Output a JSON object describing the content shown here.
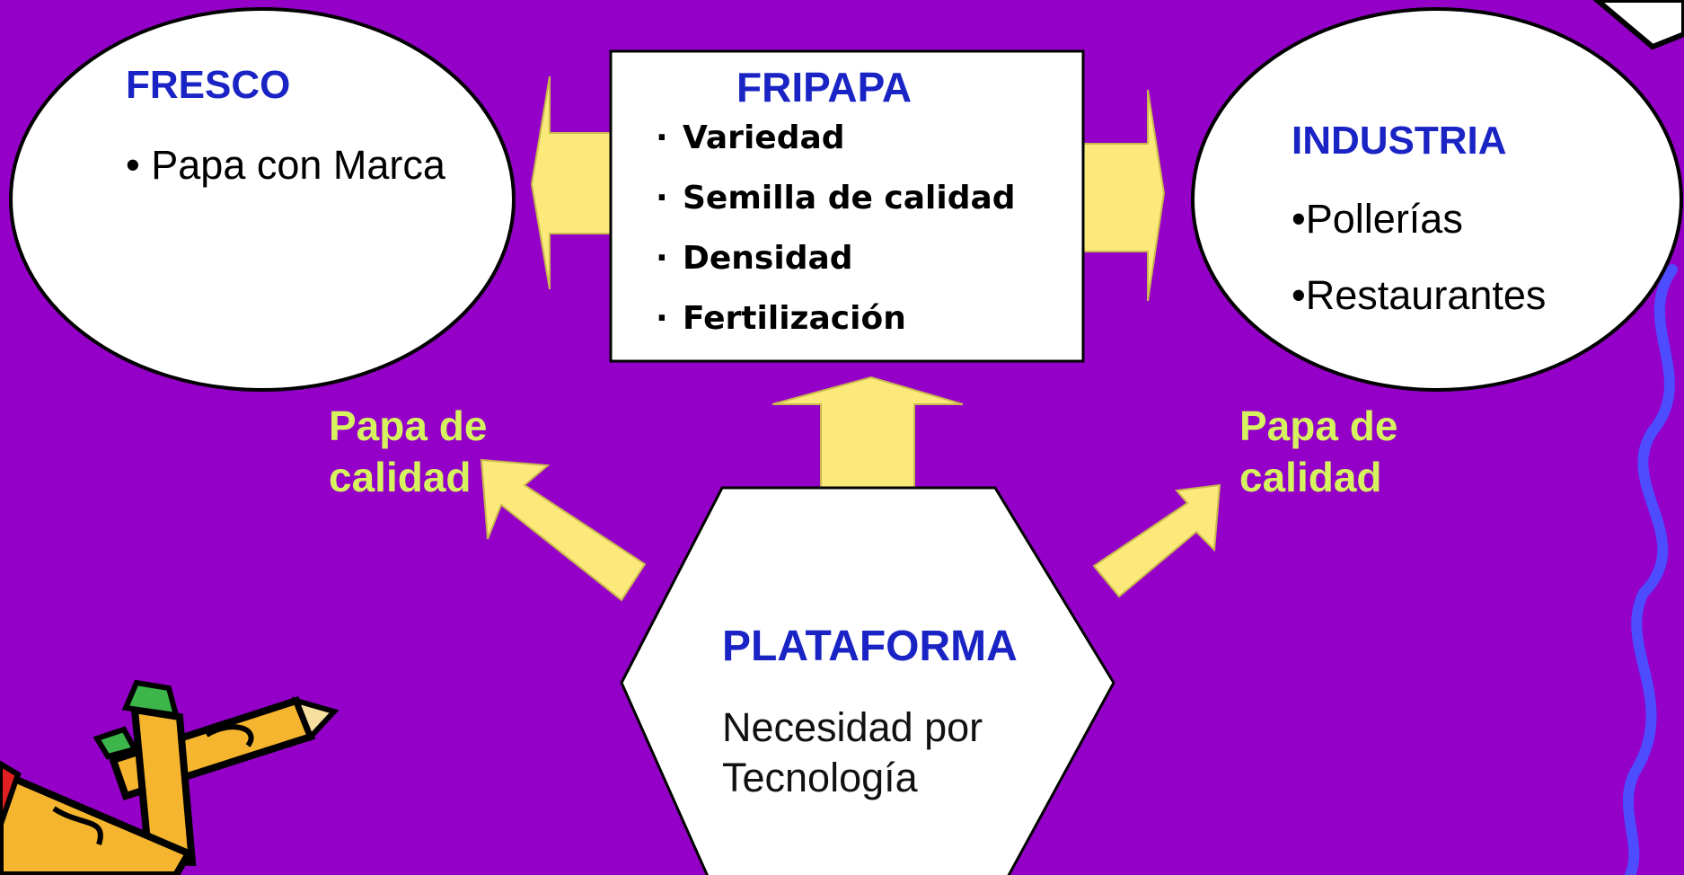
{
  "fresco": {
    "title": "FRESCO",
    "items": [
      "• Papa con Marca"
    ]
  },
  "fripapa": {
    "title": "FRIPAPA",
    "items": [
      "Variedad",
      "Semilla de calidad",
      "Densidad",
      "Fertilización"
    ]
  },
  "industria": {
    "title": "INDUSTRIA",
    "items": [
      "•Pollerías",
      "•Restaurantes"
    ]
  },
  "plataforma": {
    "title": "PLATAFORMA",
    "lines": [
      "Necesidad por",
      "Tecnología"
    ]
  },
  "labels": {
    "left": [
      "Papa de",
      "calidad"
    ],
    "right": [
      "Papa de",
      "calidad"
    ]
  },
  "colors": {
    "background": "#9400c8",
    "arrow": "#fbe979",
    "title_blue": "#1a23c4",
    "label_green": "#d6f25e",
    "shape_fill": "#ffffff"
  },
  "decor": {
    "clipart": "pencils-icon",
    "squiggle": "blue-squiggle-line"
  }
}
